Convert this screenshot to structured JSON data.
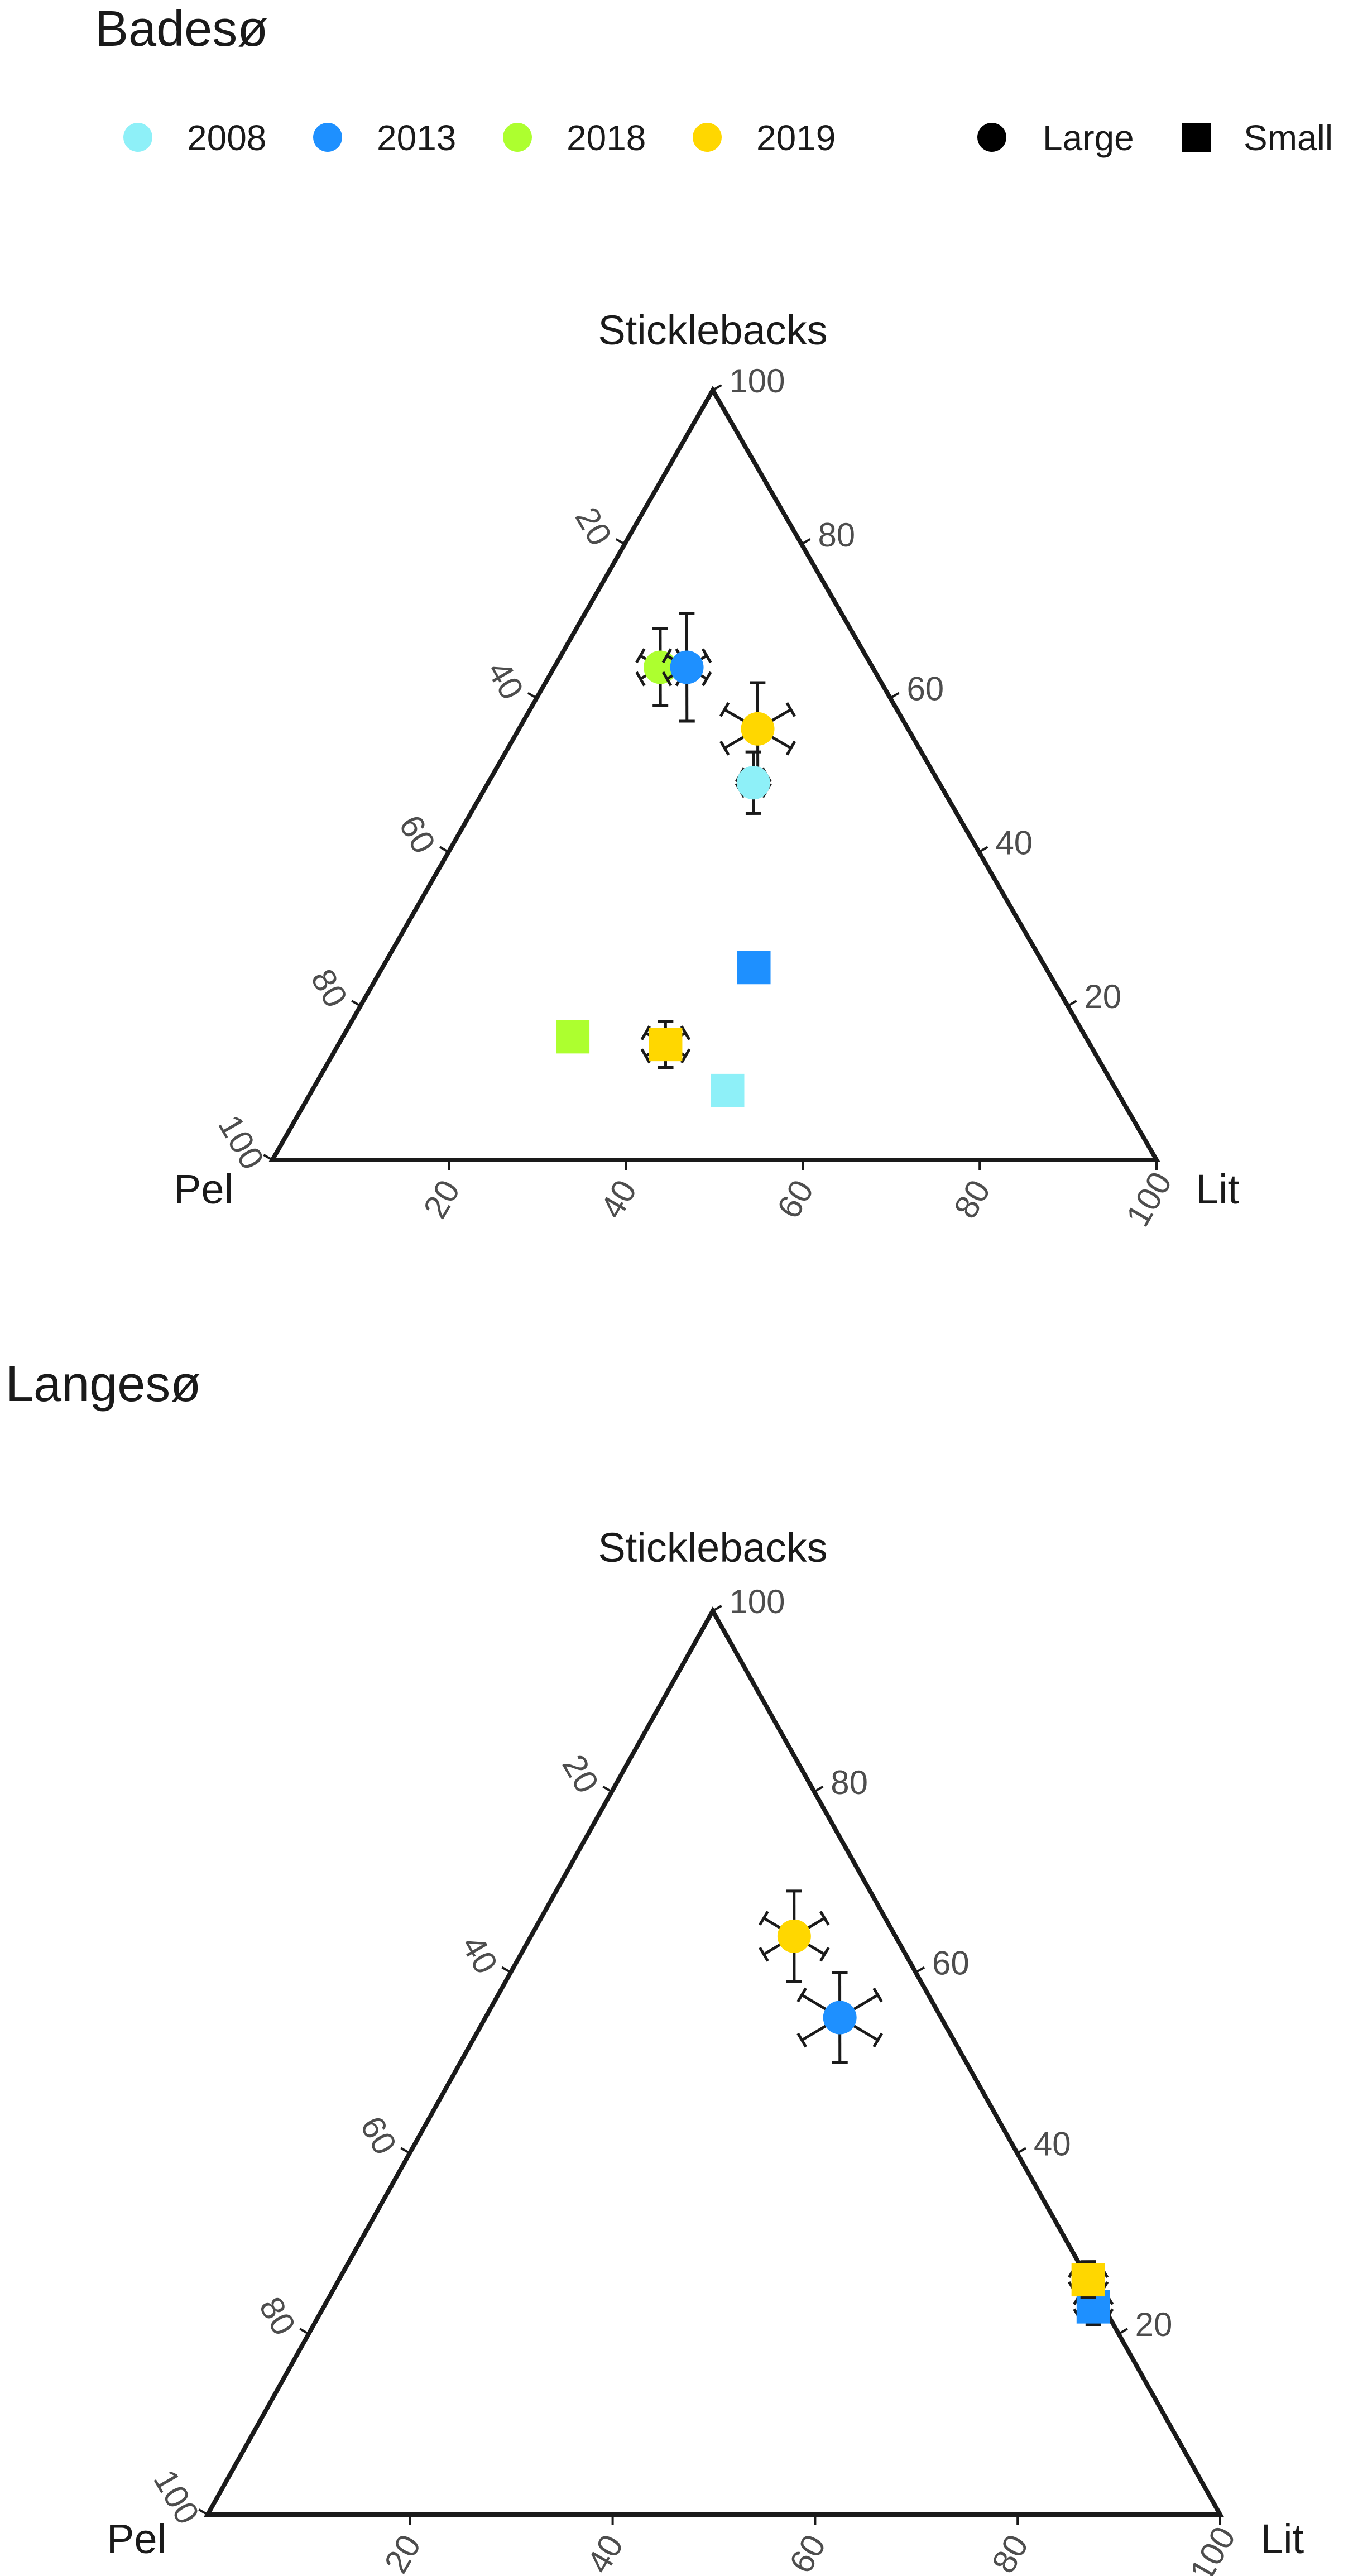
{
  "legend": {
    "years": [
      {
        "label": "2008",
        "color": "#8EF0F8"
      },
      {
        "label": "2013",
        "color": "#1E90FF"
      },
      {
        "label": "2018",
        "color": "#ADFF2F"
      },
      {
        "label": "2019",
        "color": "#FFD700"
      }
    ],
    "sizes": [
      {
        "label": "Large",
        "shape": "circle"
      },
      {
        "label": "Small",
        "shape": "square"
      }
    ]
  },
  "axes": {
    "top_label": "Sticklebacks",
    "left_label": "Pel",
    "right_label": "Lit",
    "ticks": [
      20,
      40,
      60,
      80,
      100
    ]
  },
  "chart_data": [
    {
      "type": "scatter",
      "ternary": true,
      "title": "Badesø",
      "components": [
        "Pel",
        "Sticklebacks",
        "Lit"
      ],
      "range": [
        0,
        100
      ],
      "points": [
        {
          "year": "2018",
          "size": "Large",
          "pel": 24,
          "stickle": 64,
          "lit": 12,
          "err": [
            3,
            5,
            3
          ]
        },
        {
          "year": "2013",
          "size": "Large",
          "pel": 21,
          "stickle": 64,
          "lit": 15,
          "err": [
            3,
            7,
            3
          ]
        },
        {
          "year": "2019",
          "size": "Large",
          "pel": 17,
          "stickle": 56,
          "lit": 27,
          "err": [
            5,
            6,
            5
          ]
        },
        {
          "year": "2008",
          "size": "Large",
          "pel": 21,
          "stickle": 49,
          "lit": 30,
          "err": [
            2,
            4,
            2
          ]
        },
        {
          "year": "2013",
          "size": "Small",
          "pel": 33,
          "stickle": 25,
          "lit": 42,
          "err": [
            1,
            1.5,
            1
          ]
        },
        {
          "year": "2018",
          "size": "Small",
          "pel": 58,
          "stickle": 16,
          "lit": 26,
          "err": [
            1,
            1.5,
            1
          ]
        },
        {
          "year": "2019",
          "size": "Small",
          "pel": 48,
          "stickle": 15,
          "lit": 37,
          "err": [
            3,
            3,
            3
          ]
        },
        {
          "year": "2008",
          "size": "Small",
          "pel": 44,
          "stickle": 9,
          "lit": 47,
          "err": [
            1,
            1.5,
            1
          ]
        }
      ]
    },
    {
      "type": "scatter",
      "ternary": true,
      "title": "Langesø",
      "components": [
        "Pel",
        "Sticklebacks",
        "Lit"
      ],
      "range": [
        0,
        100
      ],
      "points": [
        {
          "year": "2019",
          "size": "Large",
          "pel": 10,
          "stickle": 64,
          "lit": 26,
          "err": [
            4,
            5,
            4
          ]
        },
        {
          "year": "2013",
          "size": "Large",
          "pel": 10,
          "stickle": 55,
          "lit": 35,
          "err": [
            5,
            5,
            5
          ]
        },
        {
          "year": "2013",
          "size": "Small",
          "pel": 1,
          "stickle": 23,
          "lit": 76,
          "err": [
            2,
            2,
            2
          ]
        },
        {
          "year": "2019",
          "size": "Small",
          "pel": 0,
          "stickle": 26,
          "lit": 74,
          "err": [
            2,
            2,
            2
          ]
        }
      ]
    }
  ]
}
